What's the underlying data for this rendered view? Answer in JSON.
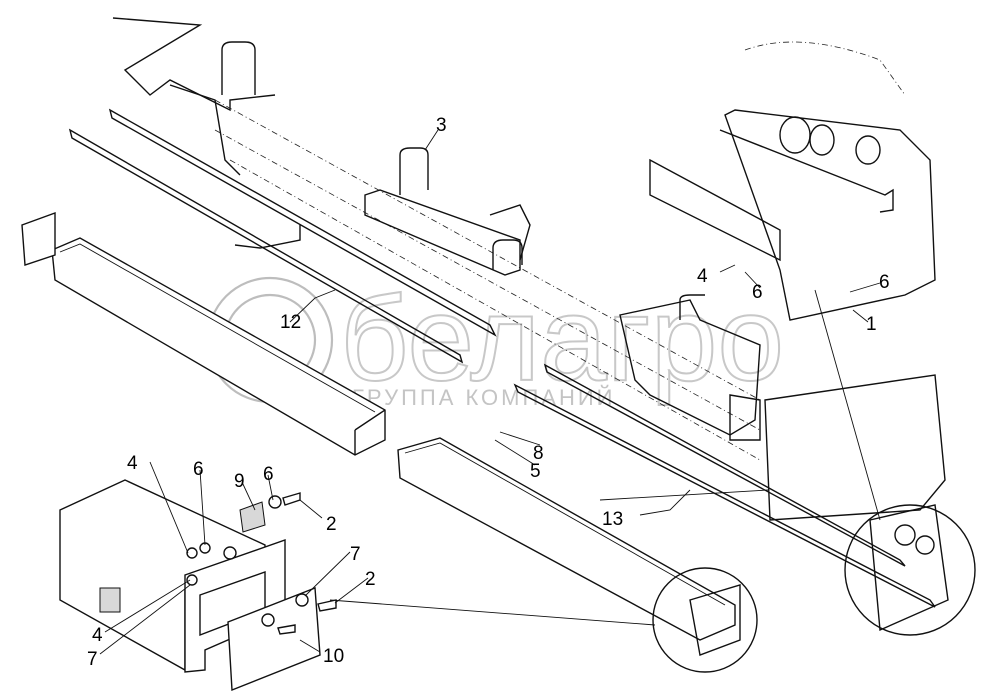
{
  "watermark": {
    "brand": "белагро",
    "subtitle": "ГРУППА КОМПАНИЙ"
  },
  "callouts": {
    "main": [
      "3",
      "4",
      "6",
      "6",
      "1",
      "12",
      "8",
      "5",
      "13"
    ],
    "inset": [
      "4",
      "6",
      "9",
      "6",
      "2",
      "7",
      "2",
      "4",
      "7",
      "10"
    ]
  }
}
